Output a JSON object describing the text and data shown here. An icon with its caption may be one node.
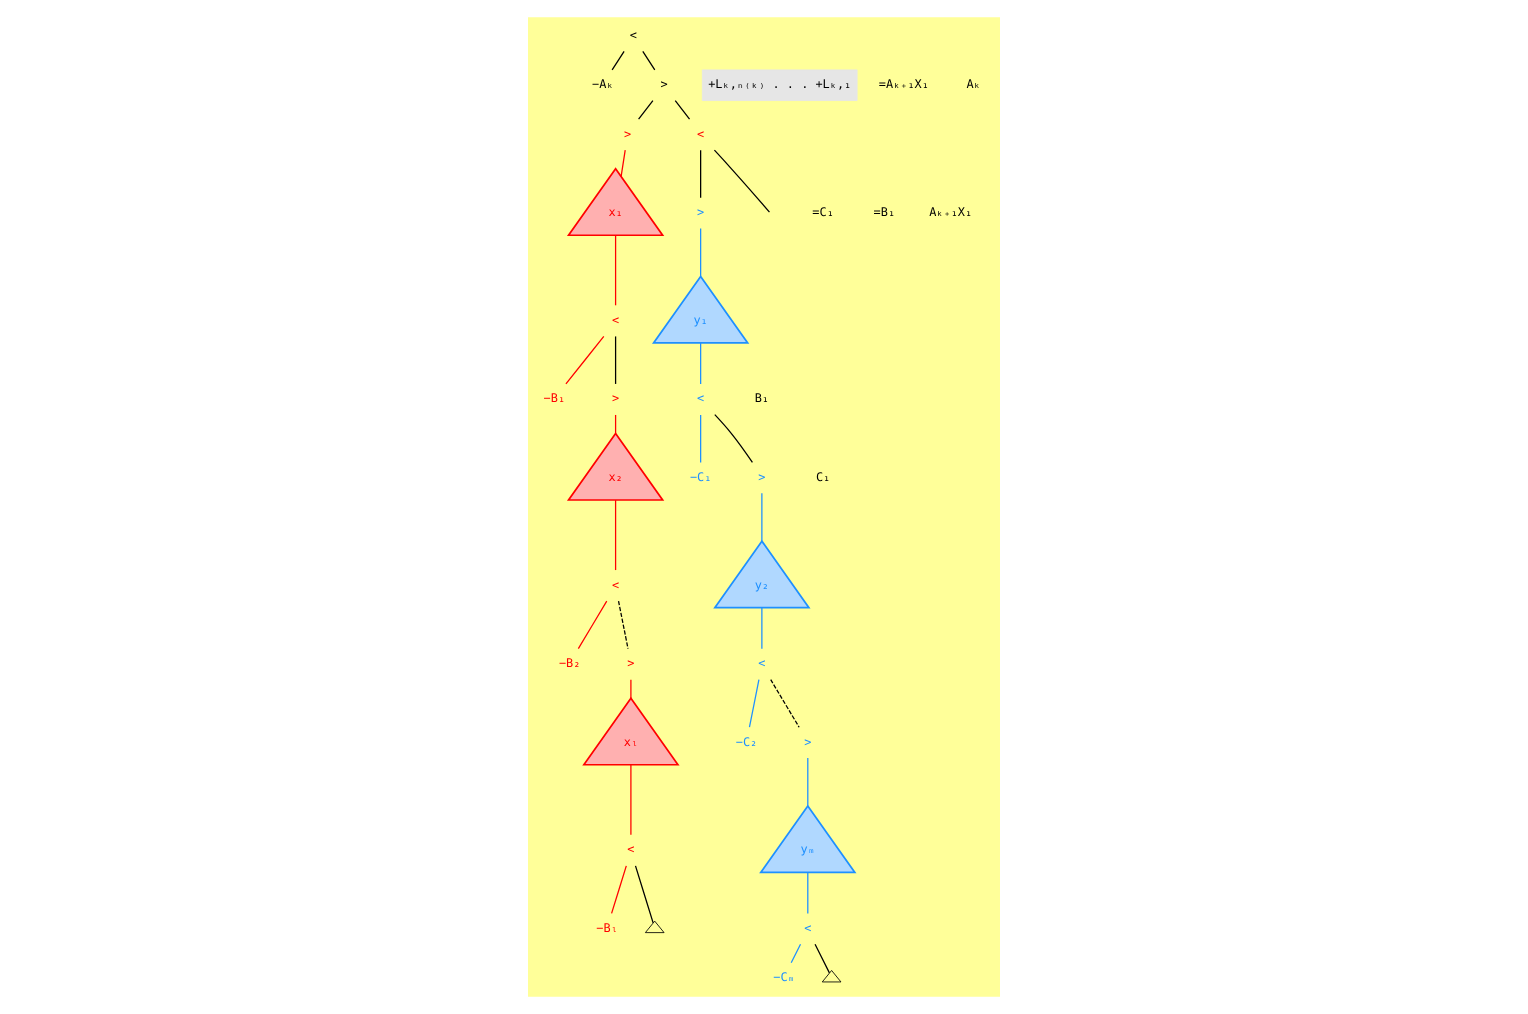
{
  "diagram": {
    "nodes": [
      {
        "text": [
          "<"
        ]
      },
      {
        "text": [
          "−Aₖ"
        ]
      },
      {
        "text": [
          ">"
        ]
      },
      {
        "text": [
          ">"
        ]
      },
      {
        "text": [
          "<"
        ]
      },
      {
        "text": [
          "x₁"
        ]
      },
      {
        "text": [
          "<"
        ]
      },
      {
        "text": [
          "−B₁"
        ]
      },
      {
        "text": [
          ">"
        ]
      },
      {
        "text": [
          "x₂"
        ]
      },
      {
        "text": [
          "<"
        ]
      },
      {
        "text": [
          "−B₂"
        ]
      },
      {
        "text": [
          ">"
        ]
      },
      {
        "text": [
          "xₗ"
        ]
      },
      {
        "text": [
          "<"
        ]
      },
      {
        "text": [
          "−Bₗ"
        ]
      },
      {
        "text": [],
        "shape": "triangle"
      },
      {
        "text": [
          ">"
        ]
      },
      {
        "text": [
          "y₁"
        ]
      },
      {
        "text": [
          "<"
        ]
      },
      {
        "text": [
          "−C₁"
        ]
      },
      {
        "text": [
          ">"
        ]
      },
      {
        "text": [
          "y₂"
        ]
      },
      {
        "text": [
          "<"
        ]
      },
      {
        "text": [
          "−C₂"
        ]
      },
      {
        "text": [
          ">"
        ]
      },
      {
        "text": [
          "yₘ"
        ]
      },
      {
        "text": [
          "<"
        ]
      },
      {
        "text": [
          "−Cₘ"
        ]
      },
      {
        "text": [],
        "shape": "triangle"
      },
      {
        "text": [
          "+Lₖ,ₙ₍ₖ₎ . . . +Lₖ,₁"
        ]
      }
    ],
    "edges": [
      {
        "from": 0,
        "to": 1,
        "arrow": "none"
      },
      {
        "from": 0,
        "to": 2,
        "arrow": "none"
      },
      {
        "from": 2,
        "to": 3,
        "arrow": "none"
      },
      {
        "from": 2,
        "to": 4,
        "arrow": "none"
      },
      {
        "from": 4,
        "to": null,
        "arrow": "none"
      },
      {
        "from": 4,
        "to": 17,
        "arrow": "none"
      },
      {
        "from": 3,
        "to": 5,
        "arrow": "none",
        "color": "#ff0000"
      },
      {
        "from": 5,
        "to": 6,
        "arrow": "none",
        "color": "#ff0000"
      },
      {
        "from": 6,
        "to": 7,
        "arrow": "none",
        "color": "#ff0000"
      },
      {
        "from": 6,
        "to": 8,
        "arrow": "none"
      },
      {
        "from": 8,
        "to": 9,
        "arrow": "none",
        "color": "#ff0000"
      },
      {
        "from": 9,
        "to": 10,
        "arrow": "none",
        "color": "#ff0000"
      },
      {
        "from": 10,
        "to": 11,
        "arrow": "none",
        "color": "#ff0000"
      },
      {
        "from": 10,
        "to": 12,
        "arrow": "none",
        "style": "dashed"
      },
      {
        "from": 12,
        "to": 13,
        "arrow": "none",
        "color": "#ff0000"
      },
      {
        "from": 13,
        "to": 14,
        "arrow": "none",
        "color": "#ff0000"
      },
      {
        "from": 14,
        "to": 15,
        "arrow": "none",
        "color": "#ff0000"
      },
      {
        "from": 14,
        "to": 16,
        "arrow": "none"
      },
      {
        "from": 17,
        "to": 18,
        "arrow": "none",
        "color": "#1e90ff"
      },
      {
        "from": 18,
        "to": 19,
        "arrow": "none",
        "color": "#1e90ff"
      },
      {
        "from": 19,
        "to": 20,
        "arrow": "none",
        "color": "#1e90ff"
      },
      {
        "from": 19,
        "to": 21,
        "arrow": "none"
      },
      {
        "from": 21,
        "to": 22,
        "arrow": "none",
        "color": "#1e90ff"
      },
      {
        "from": 22,
        "to": 23,
        "arrow": "none",
        "color": "#1e90ff"
      },
      {
        "from": 23,
        "to": 24,
        "arrow": "none",
        "color": "#1e90ff"
      },
      {
        "from": 23,
        "to": 25,
        "arrow": "none",
        "style": "dashed"
      },
      {
        "from": 25,
        "to": 26,
        "arrow": "none",
        "color": "#1e90ff"
      },
      {
        "from": 26,
        "to": 27,
        "arrow": "none",
        "color": "#1e90ff"
      },
      {
        "from": 27,
        "to": 28,
        "arrow": "none",
        "color": "#1e90ff"
      },
      {
        "from": 27,
        "to": 29,
        "arrow": "none"
      }
    ],
    "labels": [
      "=Aₖ₊₁X₁",
      "Aₖ",
      "=C₁",
      "=B₁",
      "Aₖ₊₁X₁",
      "B₁",
      "C₁"
    ]
  }
}
